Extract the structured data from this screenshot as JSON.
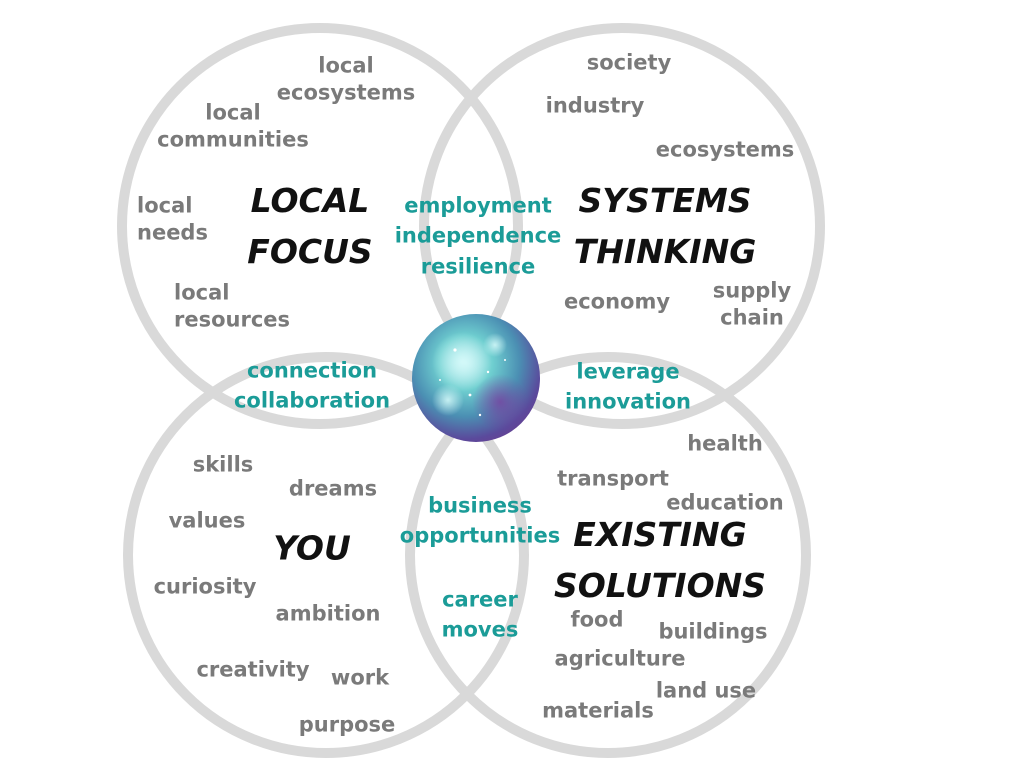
{
  "circles": {
    "local_focus": {
      "title": "LOCAL FOCUS",
      "title_lines": [
        "LOCAL",
        "FOCUS"
      ],
      "words": [
        "local ecosystems",
        "local communities",
        "local needs",
        "local resources"
      ]
    },
    "systems_thinking": {
      "title": "SYSTEMS THINKING",
      "title_lines": [
        "SYSTEMS",
        "THINKING"
      ],
      "words": [
        "society",
        "industry",
        "ecosystems",
        "economy",
        "supply chain"
      ]
    },
    "you": {
      "title": "YOU",
      "words": [
        "skills",
        "dreams",
        "values",
        "curiosity",
        "ambition",
        "creativity",
        "work",
        "purpose"
      ]
    },
    "existing_solutions": {
      "title": "EXISTING SOLUTIONS",
      "title_lines": [
        "EXISTING",
        "SOLUTIONS"
      ],
      "words": [
        "health",
        "transport",
        "education",
        "food",
        "buildings",
        "agriculture",
        "land use",
        "materials"
      ]
    }
  },
  "overlaps": {
    "local_systems": [
      "employment",
      "independence",
      "resilience"
    ],
    "local_you": [
      "connection",
      "collaboration"
    ],
    "systems_solutions": [
      "leverage",
      "innovation"
    ],
    "you_solutions_business": [
      "business",
      "opportunities"
    ],
    "you_solutions_career": [
      "career",
      "moves"
    ]
  },
  "colors": {
    "circle_stroke": "#d9d9d9",
    "word_text": "#7a7a7a",
    "overlap_text": "#1b9c98",
    "title_text": "#111111",
    "center_orb": "#5ec4c6"
  },
  "center_image": "nebula-orb"
}
